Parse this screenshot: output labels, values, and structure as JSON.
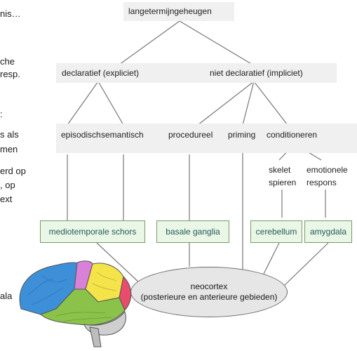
{
  "left_text_fragments": [
    "nis…",
    "che",
    "resp.",
    ":",
    "s als",
    "men",
    "erd op",
    ", op",
    "ext",
    "ala"
  ],
  "diagram": {
    "root": "langetermijngeheugen",
    "level1": [
      "declaratief  (expliciet)",
      "niet declaratief (impliciet)"
    ],
    "level2": [
      "episodisch",
      "semantisch",
      "procedureel",
      "priming",
      "conditioneren"
    ],
    "level3": [
      "skelet spieren",
      "emotionele respons"
    ],
    "structures": [
      "mediotemporale schors",
      "basale ganglia",
      "cerebellum",
      "amygdala"
    ],
    "neocortex": {
      "line1": "neocortex",
      "line2": "(posterieure en anterieure gebieden)"
    }
  },
  "brain_colors": {
    "frontal": "#3d8fd8",
    "parietal": "#f4e44a",
    "occipital": "#e74c6a",
    "temporal": "#8bc34a",
    "other": "#d980d9"
  }
}
